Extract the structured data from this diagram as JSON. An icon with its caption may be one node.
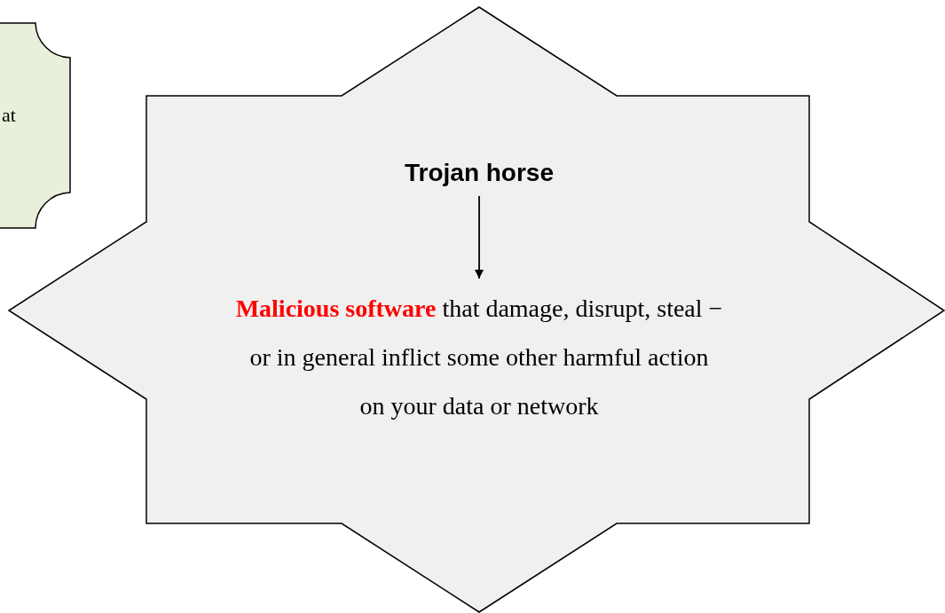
{
  "diagram": {
    "nodes": [
      {
        "text": [
          "at"
        ]
      },
      {
        "text": [],
        "shape": "star"
      },
      {
        "text": [
          "Trojan horse"
        ],
        "in": 1
      },
      {
        "text": [
          "**Malicious software** that damage, disrupt, steal − or in general inflict some other harmful action on your data or network"
        ],
        "in": 1
      }
    ],
    "edges": [
      {
        "from": 2,
        "to": 3,
        "arrow": "to"
      }
    ]
  }
}
